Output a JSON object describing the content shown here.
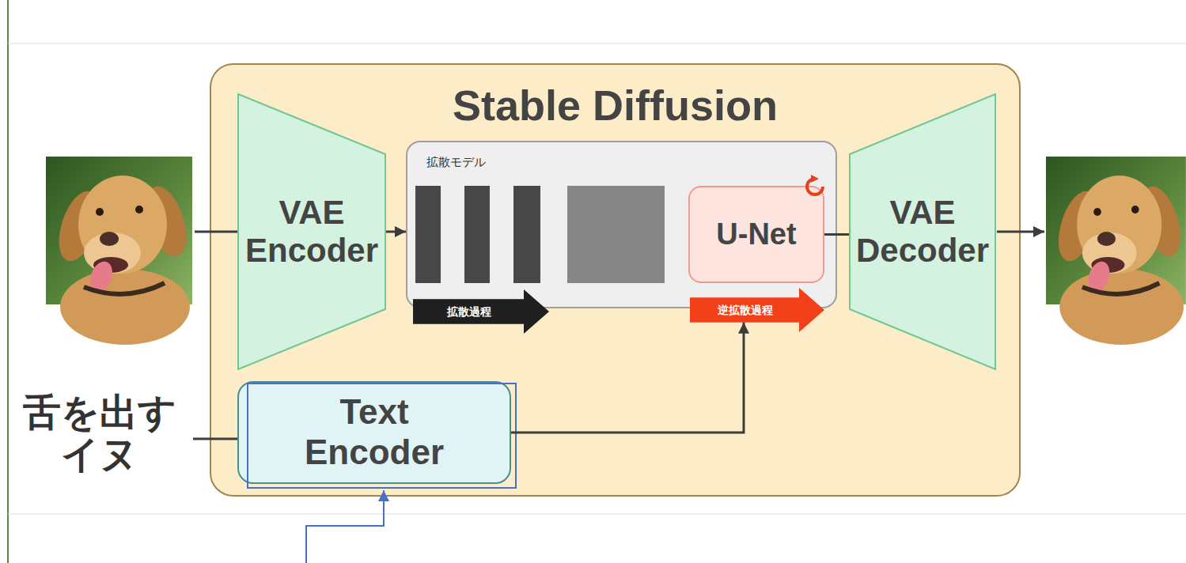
{
  "diagram": {
    "nodes": [
      {
        "text": [
          "Stable Diffusion"
        ]
      },
      {
        "text": [
          "VAE Encoder"
        ],
        "in": 0
      },
      {
        "text": [
          "拡散モデル"
        ],
        "in": 0
      },
      {
        "text": [
          "U-Net"
        ],
        "in": 2
      },
      {
        "text": [
          "拡散過程"
        ],
        "in": 0
      },
      {
        "text": [
          "逆拡散過程"
        ],
        "in": 0
      },
      {
        "text": [
          "VAE Decoder"
        ],
        "in": 0
      },
      {
        "text": [
          "Text Encoder"
        ],
        "in": 0
      }
    ],
    "edges": [
      {
        "from": 1,
        "to": 2,
        "arrow": "to"
      },
      {
        "from": 3,
        "to": 6,
        "arrow": "none"
      },
      {
        "from": 7,
        "to": 5,
        "arrow": "to"
      }
    ],
    "labels": [
      "舌を出す イヌ"
    ]
  }
}
